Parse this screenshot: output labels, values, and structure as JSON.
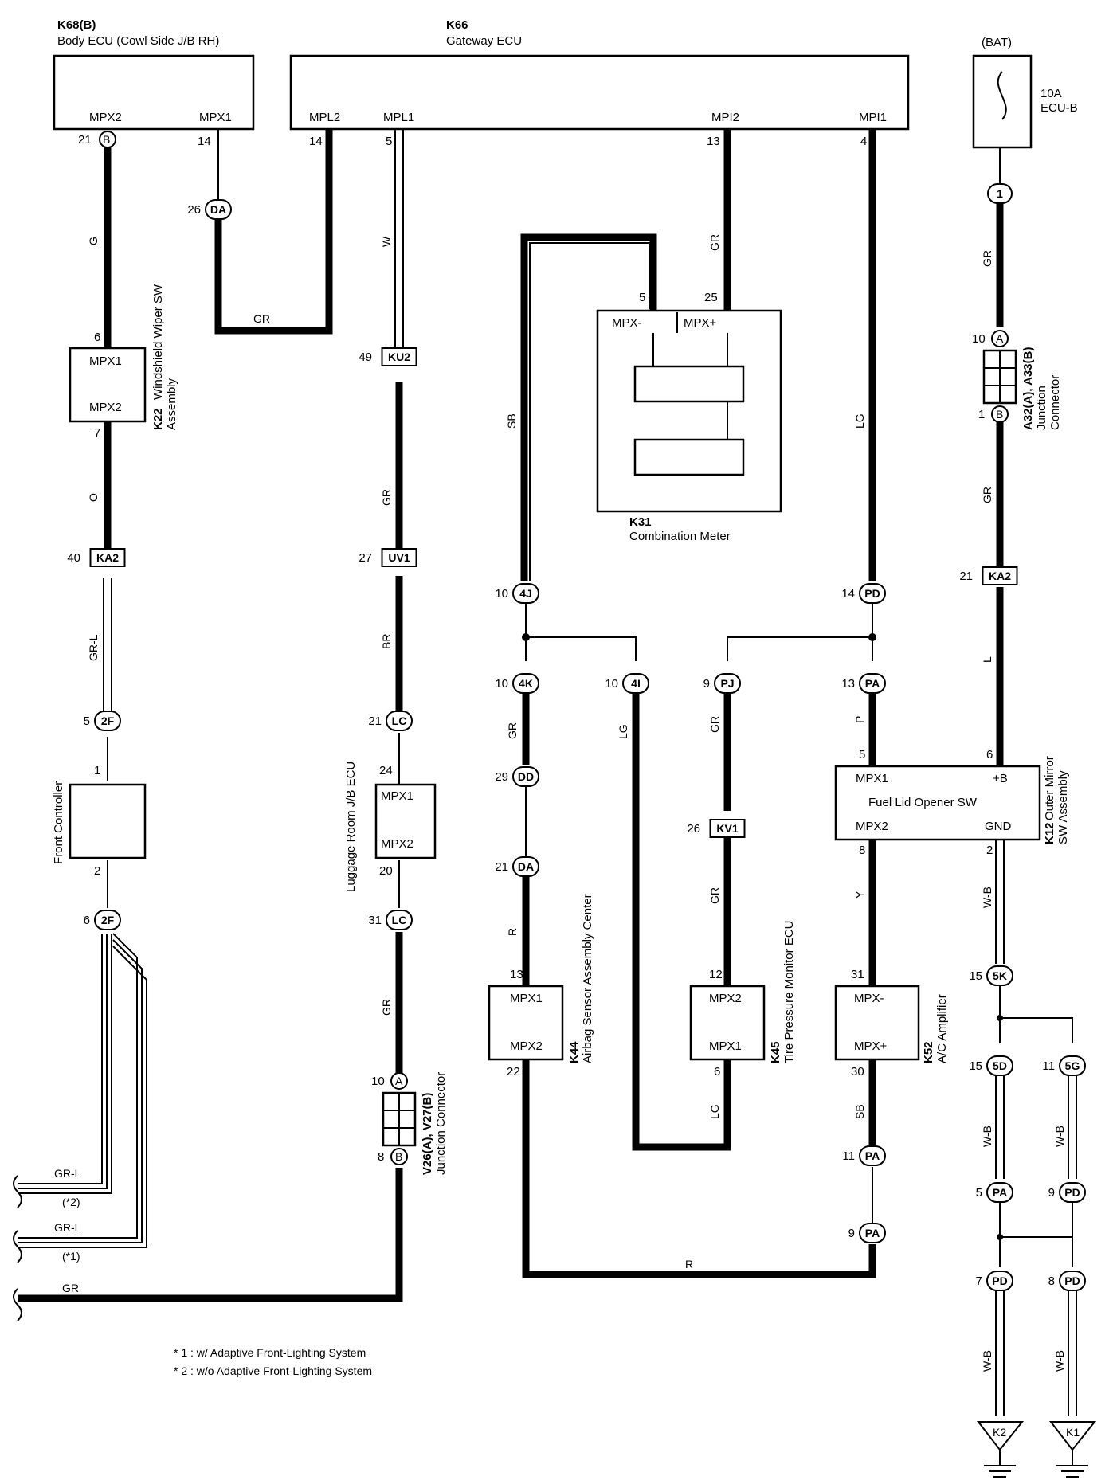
{
  "components": {
    "k68": {
      "code": "K68(B)",
      "name": "Body ECU (Cowl Side J/B RH)",
      "pins": [
        "MPX2",
        "MPX1"
      ],
      "pin_nums": [
        "21",
        "14"
      ],
      "conn": "B"
    },
    "k66": {
      "code": "K66",
      "name": "Gateway ECU",
      "pins": [
        "MPL2",
        "MPL1",
        "MPI2",
        "MPI1"
      ],
      "pin_nums": [
        "14",
        "5",
        "13",
        "4"
      ]
    },
    "bat": {
      "label": "(BAT)",
      "fuse": "10A",
      "fuse_name": "ECU-B"
    },
    "k22": {
      "code": "K22",
      "name1": "Windshield Wiper SW",
      "name2": "Assembly",
      "pins": [
        "MPX1",
        "MPX2"
      ],
      "pin_nums": [
        "6",
        "7"
      ]
    },
    "k31": {
      "code": "K31",
      "name": "Combination Meter",
      "pins": [
        "MPX-",
        "MPX+"
      ],
      "pin_nums": [
        "5",
        "25"
      ]
    },
    "front_controller": {
      "name": "Front Controller",
      "pin_nums": [
        "1",
        "2"
      ]
    },
    "luggage_ecu": {
      "name": "Luggage Room J/B ECU",
      "pins": [
        "MPX1",
        "MPX2"
      ],
      "pin_nums": [
        "24",
        "20"
      ]
    },
    "k44": {
      "code": "K44",
      "name": "Airbag Sensor Assembly Center",
      "pins": [
        "MPX1",
        "MPX2"
      ],
      "pin_nums": [
        "13",
        "22"
      ]
    },
    "k45": {
      "code": "K45",
      "name": "Tire Pressure Monitor ECU",
      "pins": [
        "MPX2",
        "MPX1"
      ],
      "pin_nums": [
        "12",
        "6"
      ]
    },
    "k52": {
      "code": "K52",
      "name": "A/C Amplifier",
      "pins": [
        "MPX-",
        "MPX+"
      ],
      "pin_nums": [
        "31",
        "30"
      ]
    },
    "k12": {
      "code": "K12",
      "name1": "Outer Mirror",
      "name2": "SW Assembly",
      "inner": "Fuel Lid Opener SW",
      "pins": [
        "MPX1",
        "+B",
        "MPX2",
        "GND"
      ],
      "pin_nums": [
        "5",
        "6",
        "8",
        "2"
      ]
    },
    "a32": {
      "name1": "A32(A), A33(B)",
      "name2": "Junction",
      "name3": "Connector",
      "pin_a": "A",
      "pin_b": "B",
      "num_a": "10",
      "num_b": "1"
    },
    "v26": {
      "name1": "V26(A), V27(B)",
      "name2": "Junction Connector",
      "pin_a": "A",
      "pin_b": "B",
      "num_a": "10",
      "num_b": "8"
    }
  },
  "connectors": {
    "da_top": {
      "id": "DA",
      "pin": "26"
    },
    "ka2_left": {
      "id": "KA2",
      "pin": "40"
    },
    "f2_top": {
      "id": "2F",
      "pin": "5"
    },
    "f2_bot": {
      "id": "2F",
      "pin": "6"
    },
    "ku2": {
      "id": "KU2",
      "pin": "49"
    },
    "uv1": {
      "id": "UV1",
      "pin": "27"
    },
    "lc_top": {
      "id": "LC",
      "pin": "21"
    },
    "lc_bot": {
      "id": "LC",
      "pin": "31"
    },
    "j4j": {
      "id": "4J",
      "pin": "10"
    },
    "j4k": {
      "id": "4K",
      "pin": "10"
    },
    "j4i": {
      "id": "4I",
      "pin": "10"
    },
    "dd": {
      "id": "DD",
      "pin": "29"
    },
    "da_mid": {
      "id": "DA",
      "pin": "21"
    },
    "pj": {
      "id": "PJ",
      "pin": "9"
    },
    "kv1": {
      "id": "KV1",
      "pin": "26"
    },
    "pd_top": {
      "id": "PD",
      "pin": "14"
    },
    "pa_top": {
      "id": "PA",
      "pin": "13"
    },
    "pa_11": {
      "id": "PA",
      "pin": "11"
    },
    "pa_9": {
      "id": "PA",
      "pin": "9"
    },
    "c1": {
      "id": "1",
      "pin": ""
    },
    "ka2_right": {
      "id": "KA2",
      "pin": "21"
    },
    "k5": {
      "id": "5K",
      "pin": "15"
    },
    "d5": {
      "id": "5D",
      "pin": "15"
    },
    "g5": {
      "id": "5G",
      "pin": "11"
    },
    "pa_5": {
      "id": "PA",
      "pin": "5"
    },
    "pd_9": {
      "id": "PD",
      "pin": "9"
    },
    "pd_7": {
      "id": "PD",
      "pin": "7"
    },
    "pd_8": {
      "id": "PD",
      "pin": "8"
    }
  },
  "wire_colors": {
    "g": "G",
    "o": "O",
    "gr_l_1": "GR-L",
    "gr_1": "GR",
    "w": "W",
    "gr_2": "GR",
    "br": "BR",
    "gr_3": "GR",
    "sb_1": "SB",
    "gr_4": "GR",
    "lg_1": "LG",
    "gr_5": "GR",
    "lg_2": "LG",
    "r_1": "R",
    "gr_6": "GR",
    "gr_7": "GR",
    "lg_3": "LG",
    "p": "P",
    "y": "Y",
    "sb_2": "SB",
    "r_2": "R",
    "gr_8": "GR",
    "gr_9": "GR",
    "l": "L",
    "wb_1": "W-B",
    "wb_2": "W-B",
    "wb_3": "W-B",
    "wb_4": "W-B",
    "wb_5": "W-B",
    "gr_l_2": "GR-L",
    "gr_l_3": "GR-L",
    "gr_out": "GR"
  },
  "notes": {
    "n2": "(*2)",
    "n1": "(*1)",
    "fn1": "* 1 : w/ Adaptive Front-Lighting System",
    "fn2": "* 2 : w/o Adaptive Front-Lighting System"
  },
  "grounds": {
    "k2": "K2",
    "k1": "K1"
  }
}
